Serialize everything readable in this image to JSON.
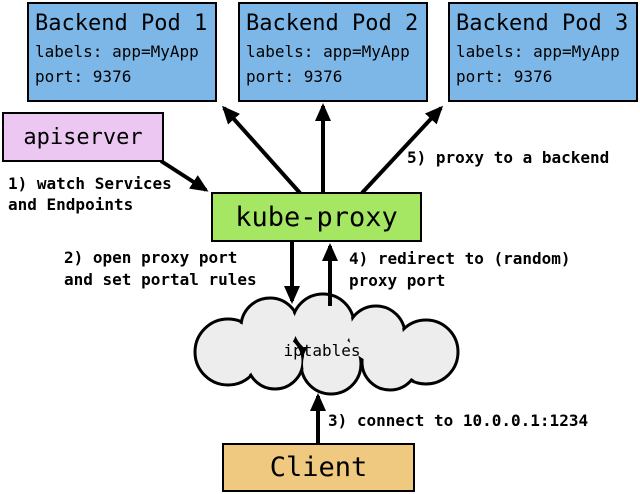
{
  "diagram": {
    "pods": [
      {
        "title": "Backend Pod 1",
        "labels_line": "labels: app=MyApp",
        "port_line": "port: 9376"
      },
      {
        "title": "Backend Pod 2",
        "labels_line": "labels: app=MyApp",
        "port_line": "port: 9376"
      },
      {
        "title": "Backend Pod 3",
        "labels_line": "labels: app=MyApp",
        "port_line": "port: 9376"
      }
    ],
    "apiserver": {
      "label": "apiserver"
    },
    "kube_proxy": {
      "label": "kube-proxy"
    },
    "iptables": {
      "label": "iptables"
    },
    "client": {
      "label": "Client"
    },
    "annotations": {
      "step1": {
        "line1": "1) watch Services",
        "line2": "and Endpoints"
      },
      "step2": {
        "line1": "2) open proxy port",
        "line2": "and set portal rules"
      },
      "step3": {
        "line1": "3) connect to 10.0.0.1:1234"
      },
      "step4": {
        "line1": "4) redirect to (random)",
        "line2": "proxy port"
      },
      "step5": {
        "line1": "5) proxy to a backend"
      }
    },
    "colors": {
      "pod_fill": "#7db7e8",
      "apiserver_fill": "#ecc7f1",
      "kube_proxy_fill": "#a5e663",
      "client_fill": "#f0c981",
      "cloud_fill": "#ededed",
      "stroke": "#000000",
      "background": "#ffffff"
    }
  }
}
